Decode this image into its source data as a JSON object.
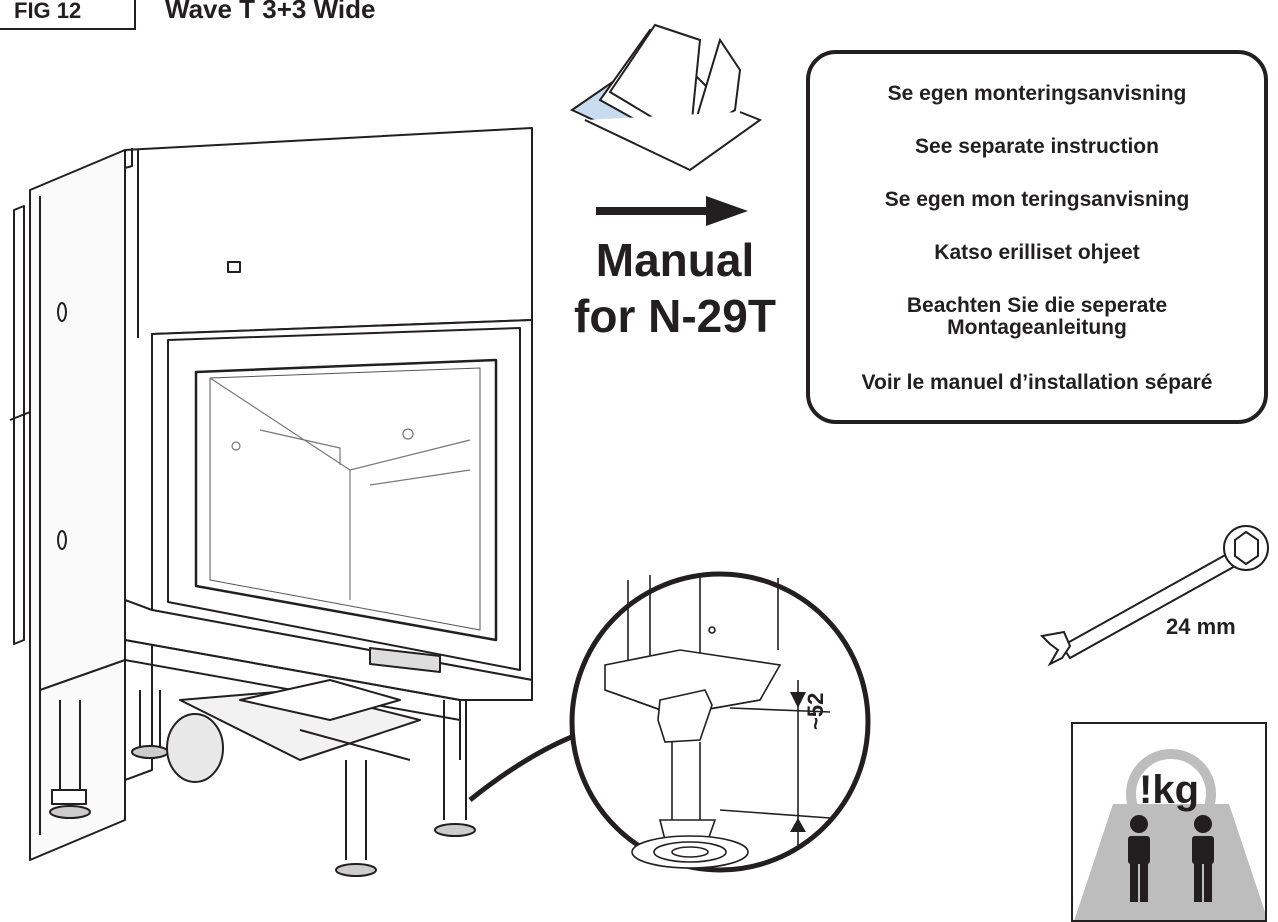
{
  "figure": {
    "number": "FIG 12",
    "title": "Wave T 3+3 Wide"
  },
  "manual_label": {
    "line1": "Manual",
    "line2": "for N-29T"
  },
  "instructions": [
    "Se egen monteringsanvisning",
    "See separate instruction",
    "Se egen mon teringsanvisning",
    "Katso erilliset ohjeet",
    "Beachten Sie die seperate",
    "Montageanleitung",
    "Voir le manuel d’installation séparé"
  ],
  "wrench": {
    "size": "24 mm",
    "icon": "wrench-icon"
  },
  "detail": {
    "dimension": "~52"
  },
  "warning": {
    "text": "!kg",
    "icon": "two-person-lift-icon"
  }
}
